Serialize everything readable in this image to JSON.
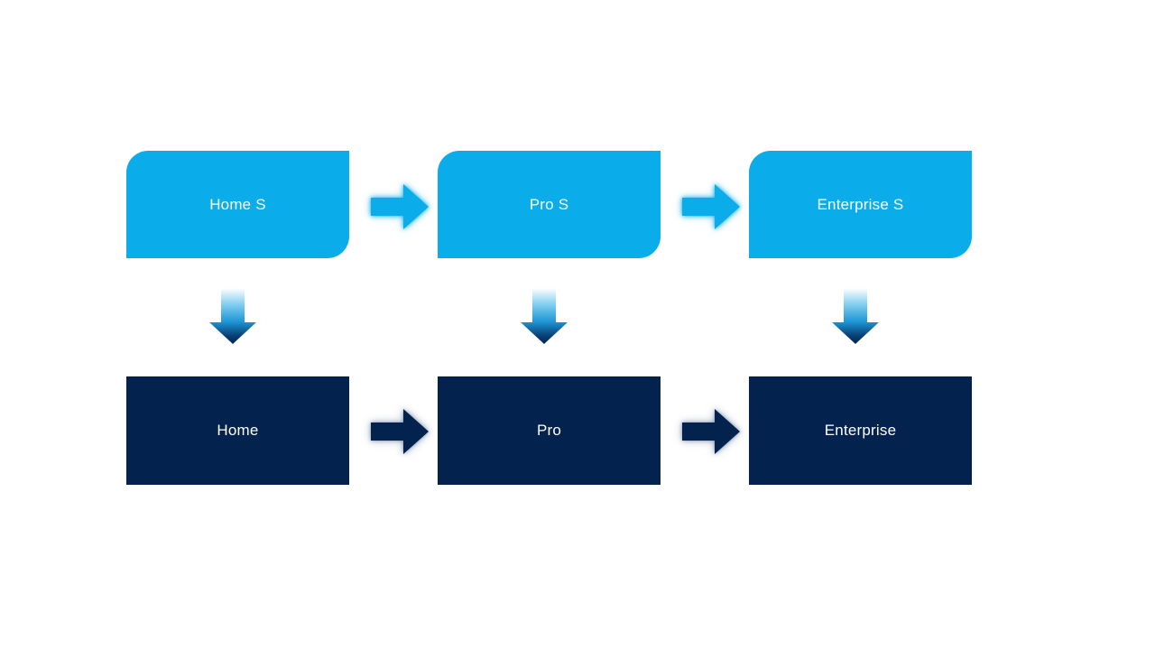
{
  "diagram": {
    "type": "process-flow",
    "background": "#ffffff",
    "columns": [
      {
        "top_label": "Home S",
        "bottom_label": "Home"
      },
      {
        "top_label": "Pro S",
        "bottom_label": "Pro"
      },
      {
        "top_label": "Enterprise S",
        "bottom_label": "Enterprise"
      }
    ],
    "connectors": {
      "top_row_horizontal": "right-arrow",
      "bottom_row_horizontal": "right-arrow",
      "vertical": "down-arrow"
    },
    "colors": {
      "top_box_fill": "#0aace9",
      "bottom_box_fill": "#03224e",
      "box_text": "#ffffff",
      "top_arrow_fill": "#0aace9",
      "top_arrow_glow": "#0aace9",
      "bottom_arrow_fill": "#03224e",
      "bottom_arrow_glow": "#32508c",
      "down_arrow_gradient": [
        "#ffffff",
        "#7fcdef",
        "#1e97d6",
        "#094176",
        "#03224e"
      ]
    }
  }
}
